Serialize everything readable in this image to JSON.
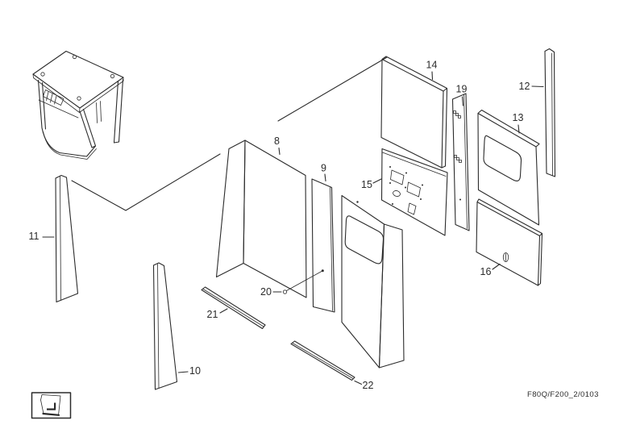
{
  "diagram": {
    "colors": {
      "ink": "#2b2b2b",
      "paper": "#ffffff"
    },
    "footer_code": "F80Q/F200_2/0103",
    "callouts": {
      "c8": "8",
      "c9": "9",
      "c10": "10",
      "c11": "11",
      "c12": "12",
      "c13": "13",
      "c14": "14",
      "c15": "15",
      "c16": "16",
      "c19": "19",
      "c20": "20",
      "c21": "21",
      "c22": "22"
    },
    "icons": {
      "thumbnail": "cab-assembly-thumbnail-icon",
      "legend": "cab-seat-pictogram-icon"
    }
  }
}
